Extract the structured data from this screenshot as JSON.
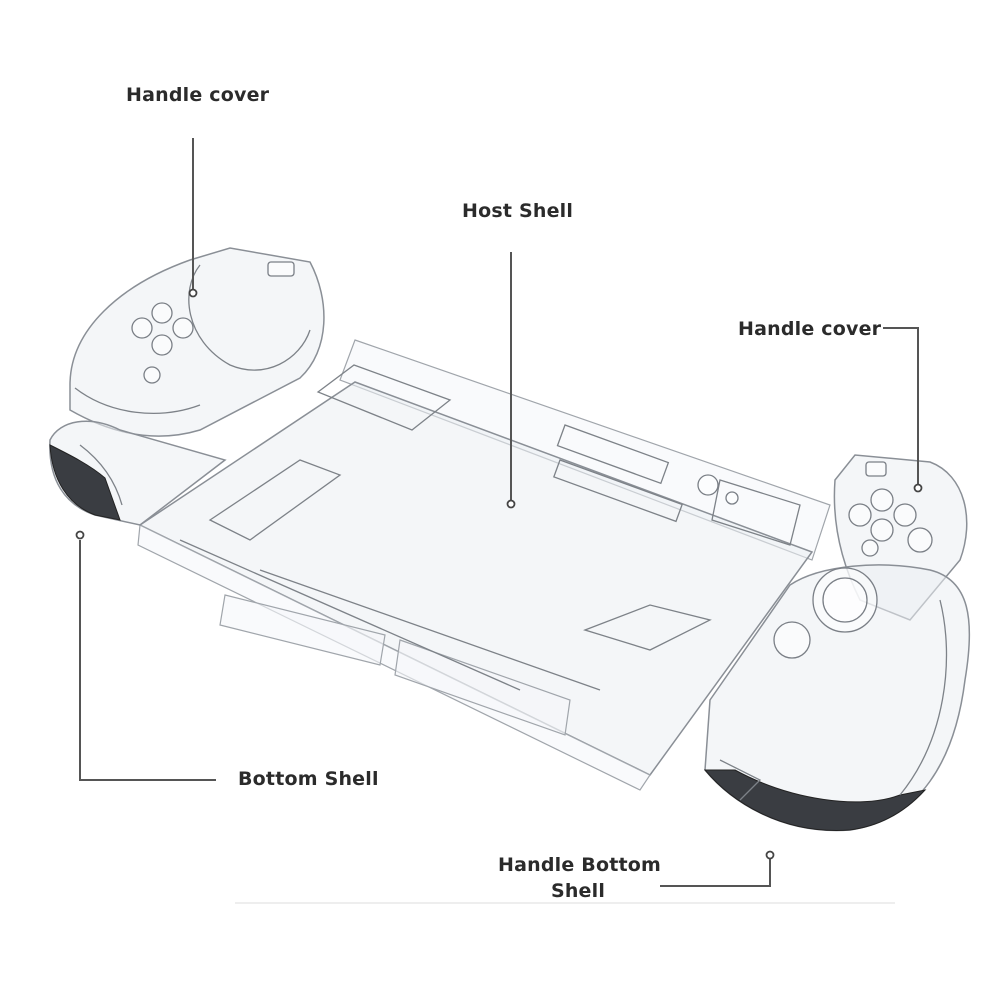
{
  "labels": {
    "handle_cover_left": "Handle cover",
    "host_shell": "Host Shell",
    "handle_cover_right": "Handle cover",
    "bottom_shell": "Bottom Shell",
    "handle_bottom_shell_line1": "Handle Bottom",
    "handle_bottom_shell_line2": "Shell"
  },
  "colors": {
    "background": "#ffffff",
    "label_text": "#2b2b2b",
    "leader_line": "#555555",
    "shell_outline": "#8a8f96",
    "shell_shadow": "#3a3d42"
  }
}
